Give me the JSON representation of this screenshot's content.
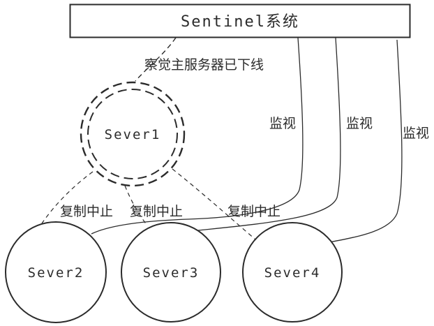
{
  "diagram": {
    "title": "Sentinel系统",
    "detection_label": "察觉主服务器已下线",
    "monitor_labels": [
      "监视",
      "监视",
      "监视"
    ],
    "replication_labels": [
      "复制中止",
      "复制中止",
      "复制中止"
    ],
    "nodes": {
      "master": {
        "label": "Sever1"
      },
      "slave_a": {
        "label": "Sever2"
      },
      "slave_b": {
        "label": "Sever3"
      },
      "slave_c": {
        "label": "Sever4"
      }
    },
    "colors": {
      "line": "#2b2b2b",
      "background": "#ffffff"
    }
  }
}
